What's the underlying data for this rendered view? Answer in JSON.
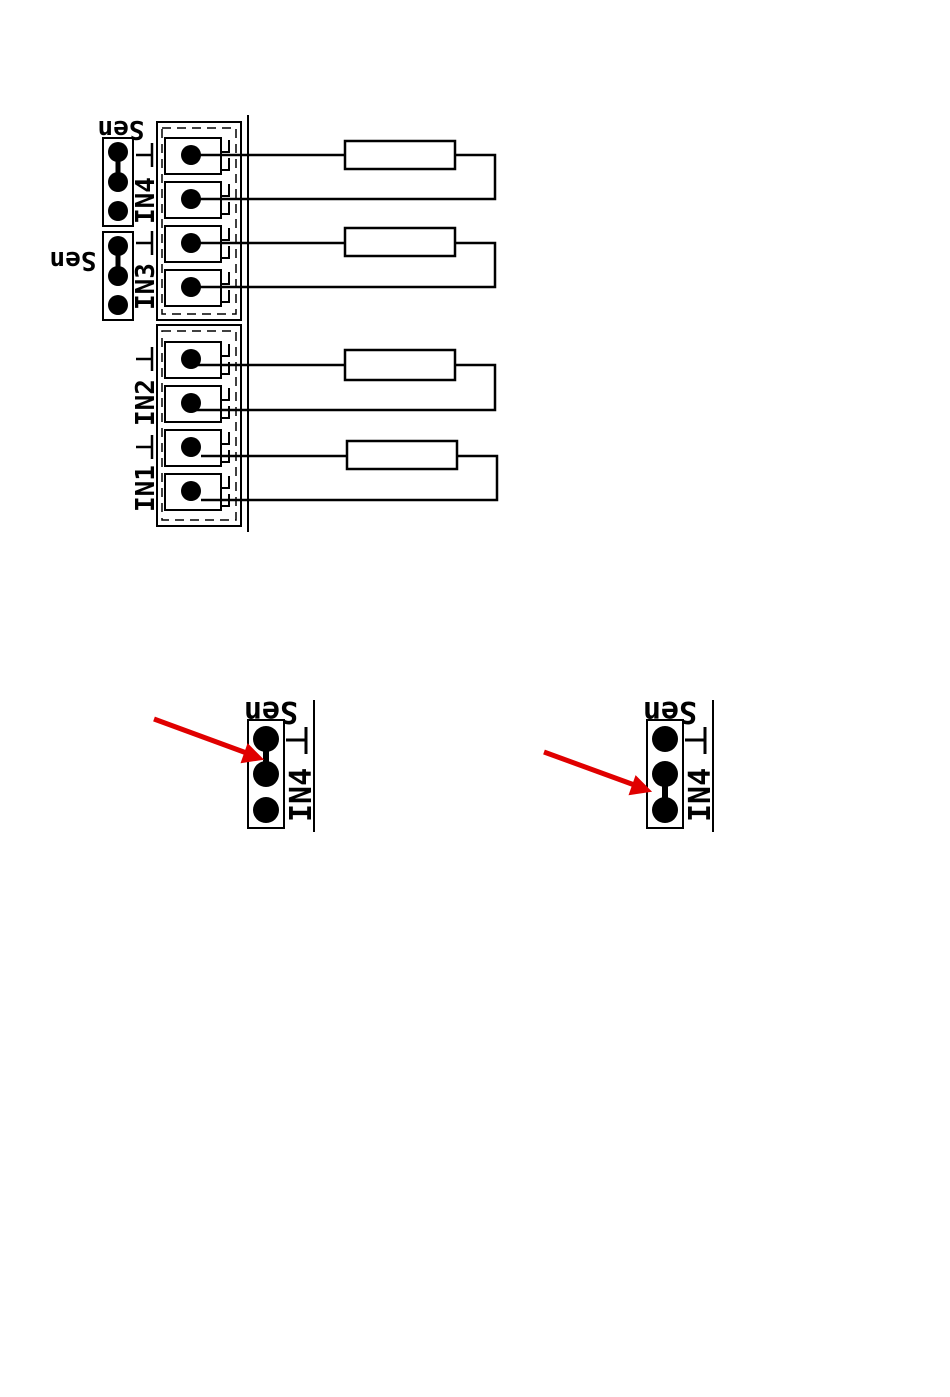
{
  "labels": {
    "sen": "Sen",
    "in1": "IN1",
    "in2": "IN2",
    "in3": "IN3",
    "in4": "IN4"
  },
  "colors": {
    "line": "#000000",
    "arrow": "#e00000",
    "dashed": "#000000"
  },
  "icons": {
    "ground": "ground-symbol-icon",
    "arrow": "red-arrow-icon"
  }
}
